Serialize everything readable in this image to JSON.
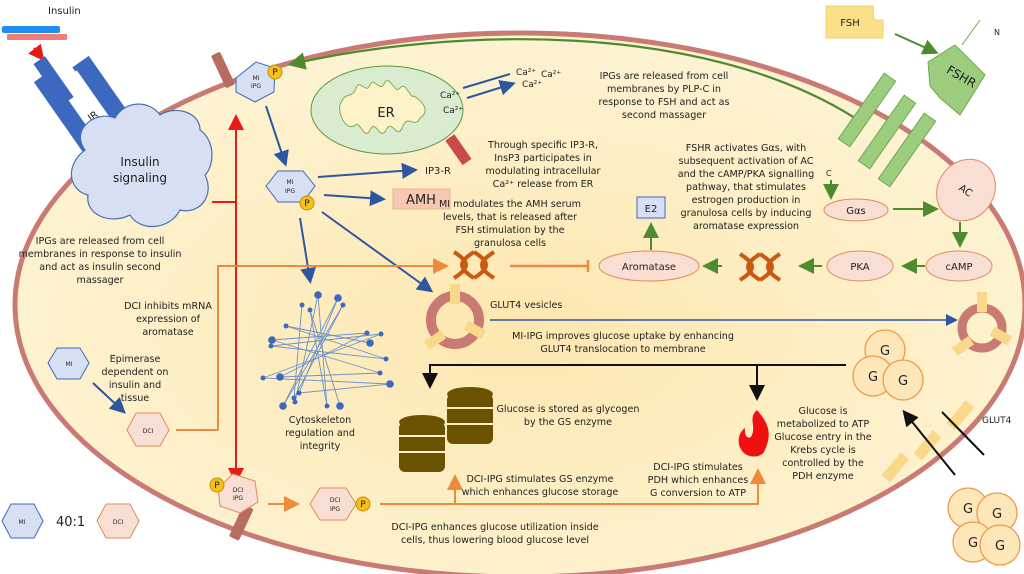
{
  "colors": {
    "membrane": "#c97a73",
    "cytoplasm": "#fdf0c8",
    "mi_blue": "#d6e0f2",
    "dci_peach": "#f9ded3",
    "green_arrow": "#4f8a2f",
    "blue_arrow": "#2f56a0",
    "orange_arrow": "#ee8a3c",
    "inhibit_red": "#e81919",
    "glycogen": "#6b5200"
  },
  "labels": {
    "insulin": "Insulin",
    "ir": "IR",
    "insulin_signaling_1": "Insulin",
    "insulin_signaling_2": "signaling",
    "mi": "MI",
    "ipg": "IPG",
    "dci": "DCI",
    "p": "P",
    "er": "ER",
    "ca": "Ca²⁺",
    "ip3r": "IP3-R",
    "amh": "AMH",
    "e2": "E2",
    "aromatase": "Aromatase",
    "pka": "PKA",
    "camp": "cAMP",
    "ac": "AC",
    "gas": "Gαs",
    "fsh": "FSH",
    "fshr": "FSHR",
    "n": "N",
    "c": "C",
    "glut4": "GLUT4",
    "g": "G",
    "ratio": "40:1"
  },
  "notes": {
    "ipg_insulin": [
      "IPGs are released from cell",
      "membranes in response to insulin",
      "and act as insulin second",
      "massager"
    ],
    "ipg_fsh": [
      "IPGs are released from cell",
      "membranes by PLP-C in",
      "response to FSH and act as",
      "second massager"
    ],
    "ip3": [
      "Through specific IP3-R,",
      "InsP3 participates in",
      "modulating intracellular",
      "Ca²⁺ release from ER"
    ],
    "amh": [
      "MI modulates the AMH serum",
      "levels, that is released after",
      "FSH stimulation by the",
      "granulosa cells"
    ],
    "fshr": [
      "FSHR activates Gαs, with",
      "subsequent activation of AC",
      "and the cAMP/PKA signalling",
      "pathway, that stimulates",
      "estrogen production in",
      "granulosa cells by inducing",
      "aromatase expression"
    ],
    "dci_inhib": [
      "DCI inhibits mRNA",
      "expression of",
      "aromatase"
    ],
    "epimerase": [
      "Epimerase",
      "dependent on",
      "insulin and",
      "tissue"
    ],
    "cyto": [
      "Cytoskeleton",
      "regulation and",
      "integrity"
    ],
    "glut4ves": [
      "GLUT4 vesicles"
    ],
    "uptake": [
      "MI-IPG improves glucose uptake by enhancing",
      "GLUT4 translocation to membrane"
    ],
    "glycogen": [
      "Glucose is stored as glycogen",
      "by the GS enzyme"
    ],
    "gs": [
      "DCI-IPG stimulates GS enzyme",
      "which enhances glucose storage"
    ],
    "pdh": [
      "DCI-IPG stimulates",
      "PDH which enhances",
      "G conversion to ATP"
    ],
    "atp": [
      "Glucose is",
      "metabolized to ATP",
      "Glucose entry in the",
      "Krebs cycle is",
      "controlled by the",
      "PDH enzyme"
    ],
    "util": [
      "DCI-IPG enhances glucose utilization inside",
      "cells, thus lowering blood glucose level"
    ]
  }
}
